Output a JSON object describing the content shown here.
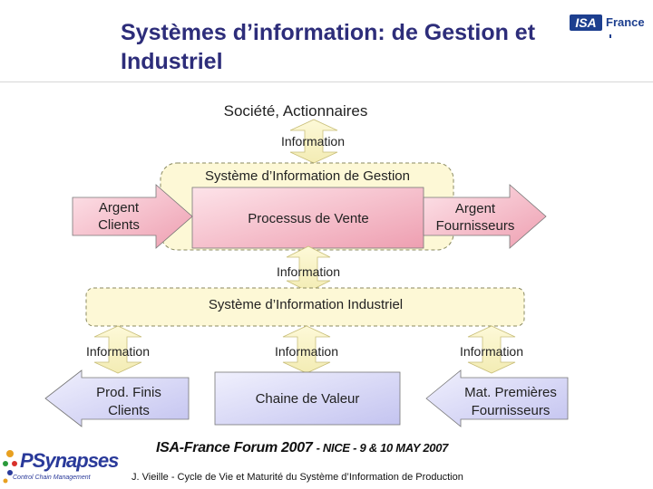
{
  "title": "Systèmes d’information: de Gestion et Industriel",
  "logo": {
    "isa": "ISA",
    "france": "France"
  },
  "labels": {
    "societe": "Société, Actionnaires",
    "info_top": "Information",
    "sig": "Système d’Information de Gestion",
    "argent_clients": "Argent\nClients",
    "processus": "Processus de Vente",
    "argent_fournisseurs": "Argent\nFournisseurs",
    "info_mid": "Information",
    "sii": "Système d’Information Industriel",
    "info_left": "Information",
    "info_center": "Information",
    "info_right": "Information",
    "prod_finis": "Prod. Finis\nClients",
    "chaine": "Chaine de Valeur",
    "mat_premieres": "Mat. Premières\nFournisseurs"
  },
  "footer": {
    "forum": "ISA-France Forum 2007",
    "forum_tail": "- NICE - 9 & 10 MAY 2007",
    "credit": "J. Vieille - Cycle de Vie et Maturité du Système d’Information de Production"
  },
  "brand": {
    "name": "PSynapses",
    "sub": "Control Chain Management"
  },
  "colors": {
    "title": "#2d2d7a",
    "box_fill": "#fdf8d6",
    "arrow_pink_light": "#fbd4dd",
    "arrow_pink_dark": "#f0a3b4",
    "lavender_light": "#e8e8fb",
    "lavender_dark": "#c9c9f2",
    "info_arrow": "#fbf6c8"
  }
}
